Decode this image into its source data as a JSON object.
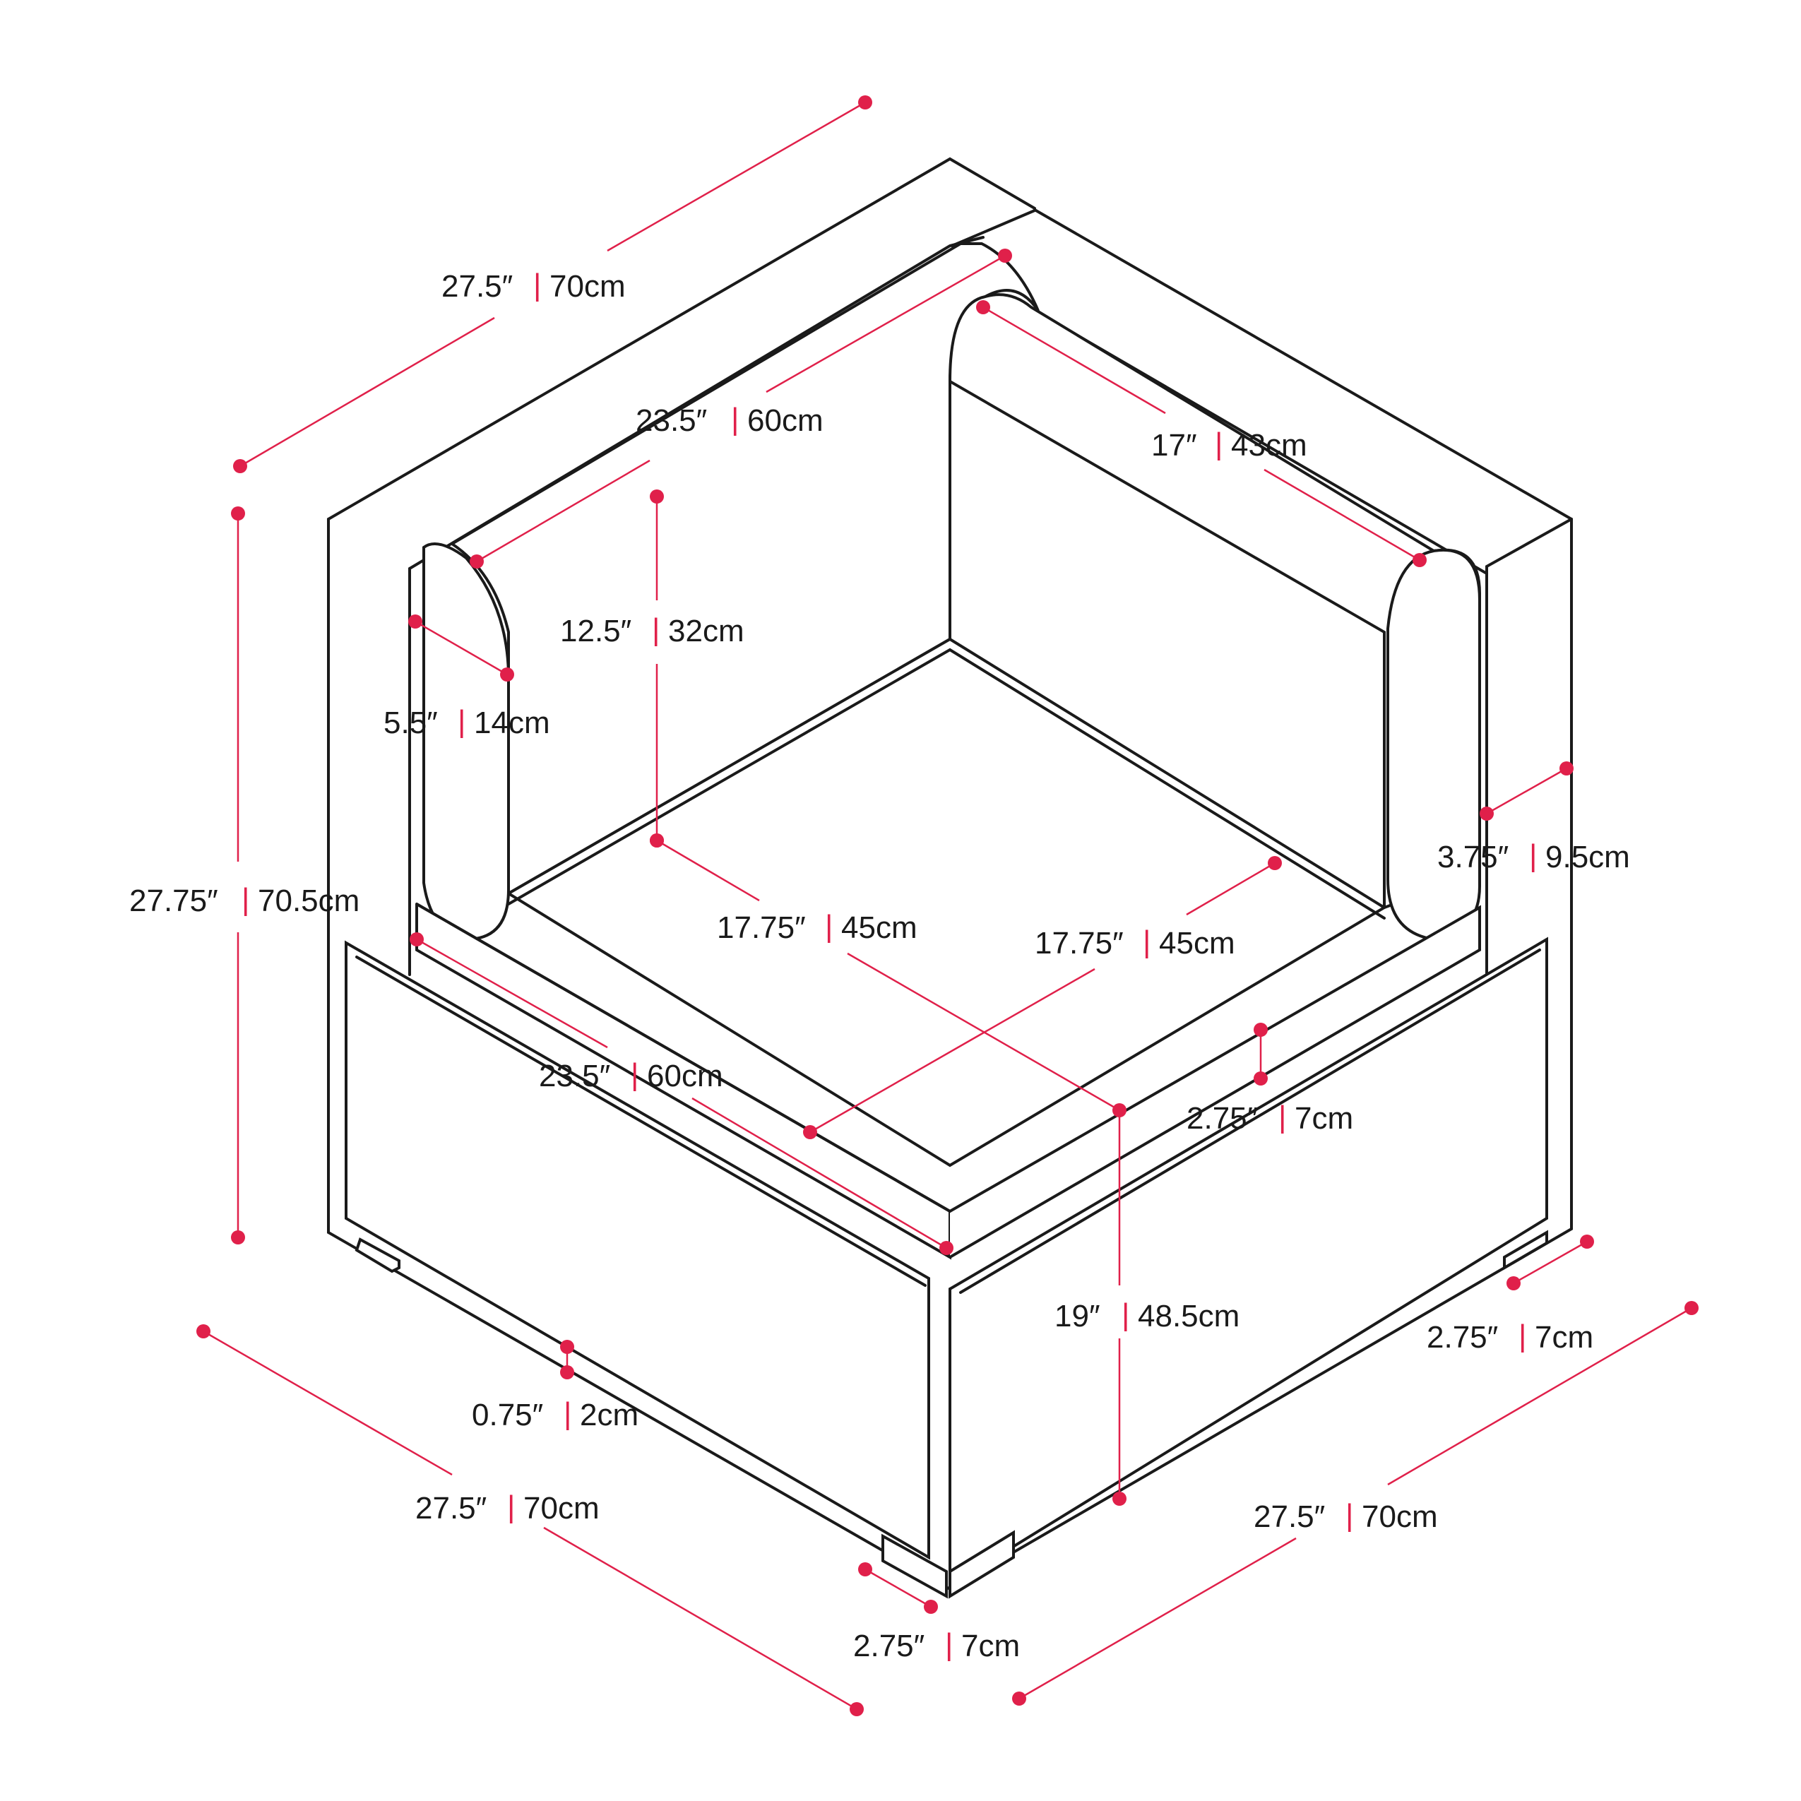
{
  "accent_color": "#e0204a",
  "outline_color": "#1a1a1a",
  "dimensions": {
    "top_back_depth": {
      "imperial": "27.5″",
      "metric": "70cm"
    },
    "back_cushion_width": {
      "imperial": "23.5″",
      "metric": "60cm"
    },
    "side_cushion_width": {
      "imperial": "17″",
      "metric": "43cm"
    },
    "back_height": {
      "imperial": "12.5″",
      "metric": "32cm"
    },
    "arm_thickness": {
      "imperial": "5.5″",
      "metric": "14cm"
    },
    "overall_height": {
      "imperial": "27.75″",
      "metric": "70.5cm"
    },
    "side_frame_thickness": {
      "imperial": "3.75″",
      "metric": "9.5cm"
    },
    "seat_depth_left": {
      "imperial": "17.75″",
      "metric": "45cm"
    },
    "seat_depth_right": {
      "imperial": "17.75″",
      "metric": "45cm"
    },
    "seat_cushion_width": {
      "imperial": "23.5″",
      "metric": "60cm"
    },
    "seat_cushion_thickness": {
      "imperial": "2.75″",
      "metric": "7cm"
    },
    "seat_height": {
      "imperial": "19″",
      "metric": "48.5cm"
    },
    "leg_depth_right": {
      "imperial": "2.75″",
      "metric": "7cm"
    },
    "leg_height": {
      "imperial": "0.75″",
      "metric": "2cm"
    },
    "base_width_left": {
      "imperial": "27.5″",
      "metric": "70cm"
    },
    "base_width_right": {
      "imperial": "27.5″",
      "metric": "70cm"
    },
    "leg_depth_front": {
      "imperial": "2.75″",
      "metric": "7cm"
    }
  }
}
